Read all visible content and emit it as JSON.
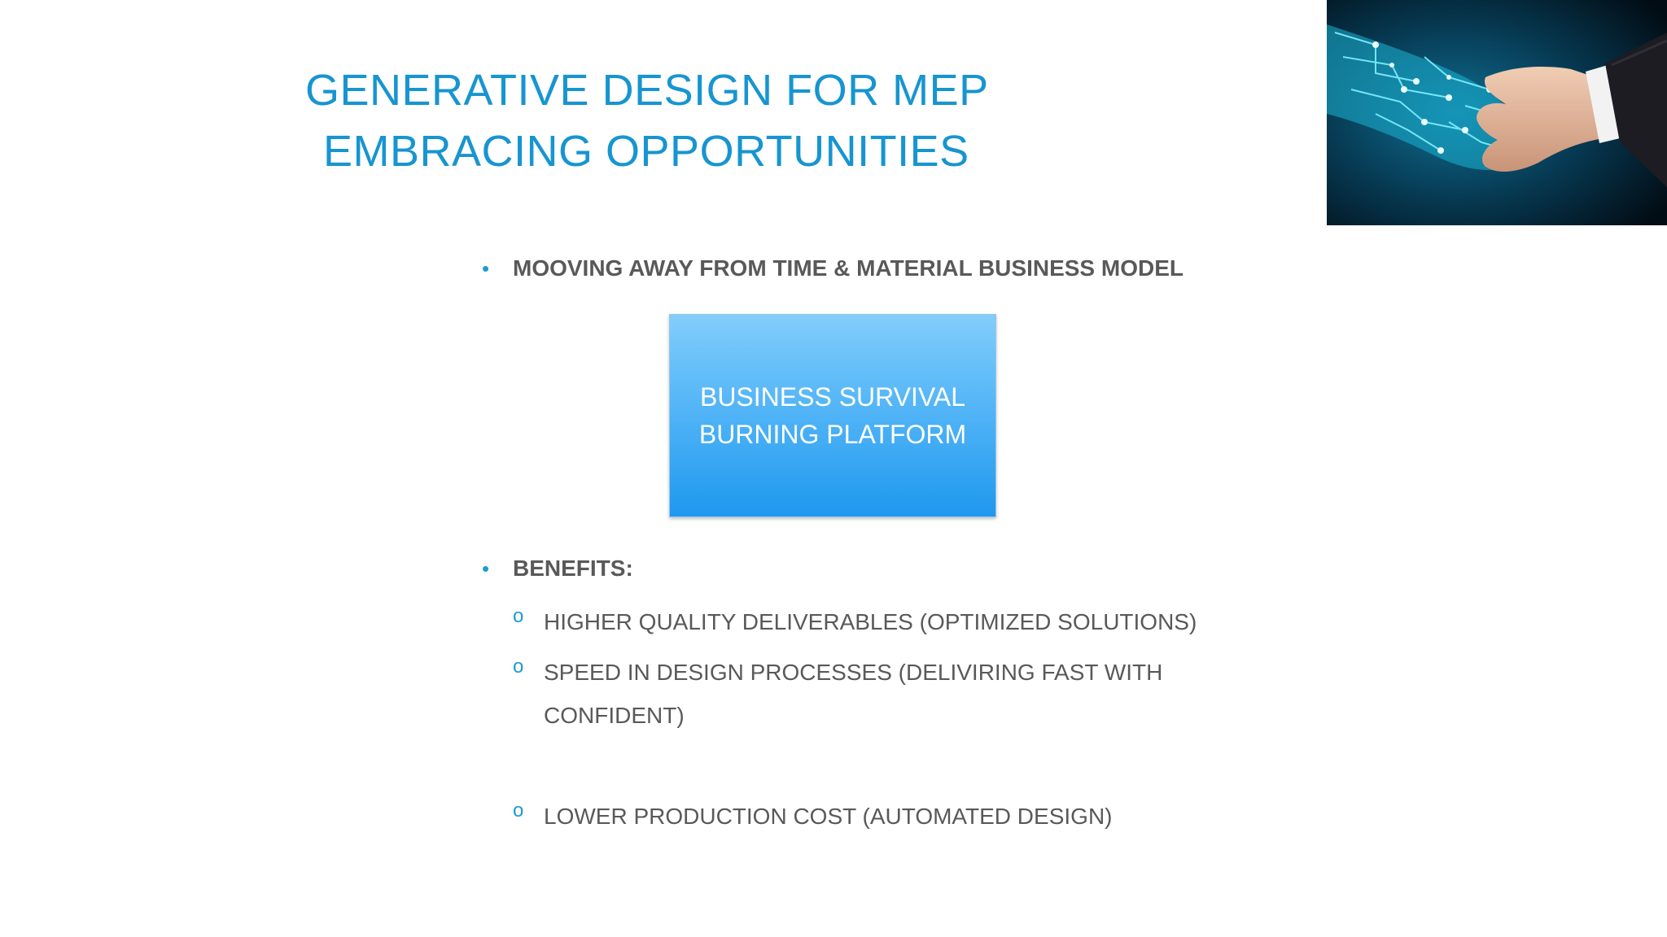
{
  "slide": {
    "title_lines": [
      "GENERATIVE DESIGN FOR MEP",
      "EMBRACING OPPORTUNITIES"
    ],
    "bullets": [
      {
        "marker": "•",
        "text": "MOOVING AWAY FROM TIME & MATERIAL BUSINESS MODEL"
      },
      {
        "marker": "•",
        "text": "BENEFITS:"
      }
    ],
    "center_box": {
      "lines": [
        "BUSINESS SURVIVAL",
        "BURNING PLATFORM"
      ]
    },
    "sub_bullets": [
      {
        "marker": "o",
        "lines": [
          "HIGHER QUALITY DELIVERABLES (OPTIMIZED SOLUTIONS)"
        ]
      },
      {
        "marker": "o",
        "lines": [
          "SPEED IN DESIGN PROCESSES (DELIVIRING FAST WITH",
          "CONFIDENT)"
        ]
      },
      {
        "marker": "o",
        "lines": [
          "LOWER PRODUCTION COST (AUTOMATED DESIGN)"
        ]
      }
    ],
    "image": {
      "icon": "digital-handshake-image"
    },
    "colors": {
      "title": "#1795d0",
      "bullet_marker": "#1e9ad6",
      "body_text": "#595959",
      "box_top": "#82cdfb",
      "box_bottom": "#1f98ef",
      "box_text": "#ffffff",
      "image_bg": "#061a2a",
      "circuit": "#35d6f0"
    }
  }
}
